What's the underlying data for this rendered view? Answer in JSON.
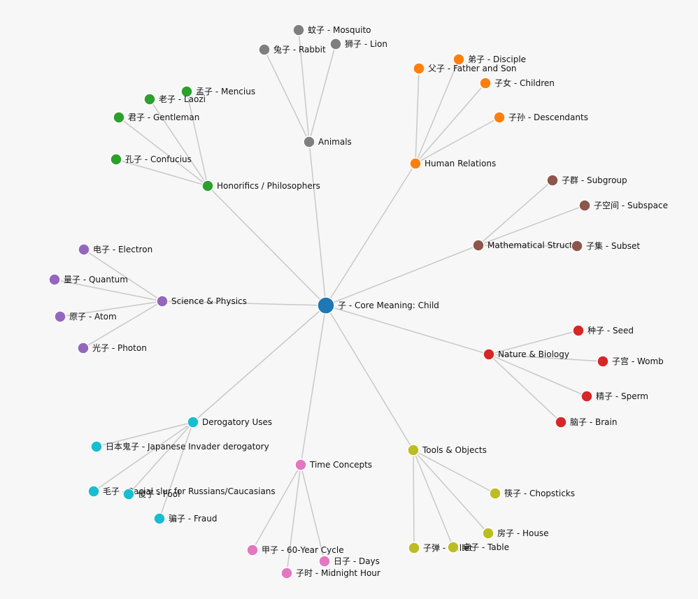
{
  "colors": {
    "center": "#1f77b4",
    "honorifics": "#2ca02c",
    "animals": "#7f7f7f",
    "human": "#ff7f0e",
    "math": "#8c564b",
    "science": "#9467bd",
    "nature": "#d62728",
    "derogatory": "#17becf",
    "time": "#e377c2",
    "tools": "#bcbd22"
  },
  "nodes": [
    {
      "id": "center",
      "label": "子 - Core Meaning: Child",
      "group": "center"
    },
    {
      "id": "honorifics",
      "label": "Honorifics / Philosophers",
      "group": "honorifics"
    },
    {
      "id": "animals",
      "label": "Animals",
      "group": "animals"
    },
    {
      "id": "human",
      "label": "Human Relations",
      "group": "human"
    },
    {
      "id": "math",
      "label": "Mathematical Structu",
      "group": "math"
    },
    {
      "id": "science",
      "label": "Science & Physics",
      "group": "science"
    },
    {
      "id": "nature",
      "label": "Nature & Biology",
      "group": "nature"
    },
    {
      "id": "derogatory",
      "label": "Derogatory Uses",
      "group": "derogatory"
    },
    {
      "id": "time",
      "label": "Time Concepts",
      "group": "time"
    },
    {
      "id": "tools",
      "label": "Tools & Objects",
      "group": "tools"
    },
    {
      "id": "mencius",
      "label": "孟子 - Mencius",
      "group": "honorifics"
    },
    {
      "id": "laozi",
      "label": "老子 - Laozi",
      "group": "honorifics"
    },
    {
      "id": "gentleman",
      "label": "君子 - Gentleman",
      "group": "honorifics"
    },
    {
      "id": "confucius",
      "label": "孔子 - Confucius",
      "group": "honorifics"
    },
    {
      "id": "mosquito",
      "label": "蚊子 - Mosquito",
      "group": "animals"
    },
    {
      "id": "rabbit",
      "label": "兔子 - Rabbit",
      "group": "animals"
    },
    {
      "id": "lion",
      "label": "狮子 - Lion",
      "group": "animals"
    },
    {
      "id": "disciple",
      "label": "弟子 - Disciple",
      "group": "human"
    },
    {
      "id": "fatherson",
      "label": "父子 - Father and Son",
      "group": "human"
    },
    {
      "id": "children",
      "label": "子女 - Children",
      "group": "human"
    },
    {
      "id": "descendants",
      "label": "子孙 - Descendants",
      "group": "human"
    },
    {
      "id": "subgroup",
      "label": "子群 - Subgroup",
      "group": "math"
    },
    {
      "id": "subspace",
      "label": "子空间 - Subspace",
      "group": "math"
    },
    {
      "id": "subset",
      "label": "子集 - Subset",
      "group": "math"
    },
    {
      "id": "electron",
      "label": "电子 - Electron",
      "group": "science"
    },
    {
      "id": "quantum",
      "label": "量子 - Quantum",
      "group": "science"
    },
    {
      "id": "atom",
      "label": "原子 - Atom",
      "group": "science"
    },
    {
      "id": "photon",
      "label": "光子 - Photon",
      "group": "science"
    },
    {
      "id": "seed",
      "label": "种子 - Seed",
      "group": "nature"
    },
    {
      "id": "womb",
      "label": "子宫 - Womb",
      "group": "nature"
    },
    {
      "id": "sperm",
      "label": "精子 - Sperm",
      "group": "nature"
    },
    {
      "id": "brain",
      "label": "脑子 - Brain",
      "group": "nature"
    },
    {
      "id": "japanese",
      "label": "日本鬼子 - Japanese Invader derogatory",
      "group": "derogatory"
    },
    {
      "id": "maozi",
      "label": "毛子 - Racial slur for Russians/Caucasians",
      "group": "derogatory"
    },
    {
      "id": "fool",
      "label": "傻子 - Fool",
      "group": "derogatory"
    },
    {
      "id": "fraud",
      "label": "骗子 - Fraud",
      "group": "derogatory"
    },
    {
      "id": "cycle",
      "label": "甲子 - 60-Year Cycle",
      "group": "time"
    },
    {
      "id": "days",
      "label": "日子 - Days",
      "group": "time"
    },
    {
      "id": "midnight",
      "label": "子时 - Midnight Hour",
      "group": "time"
    },
    {
      "id": "chopsticks",
      "label": "筷子 - Chopsticks",
      "group": "tools"
    },
    {
      "id": "house",
      "label": "房子 - House",
      "group": "tools"
    },
    {
      "id": "bullet",
      "label": "子弹 - Bullet",
      "group": "tools"
    },
    {
      "id": "table",
      "label": "桌子 - Table",
      "group": "tools"
    }
  ],
  "links": [
    [
      "center",
      "honorifics"
    ],
    [
      "center",
      "animals"
    ],
    [
      "center",
      "human"
    ],
    [
      "center",
      "math"
    ],
    [
      "center",
      "science"
    ],
    [
      "center",
      "nature"
    ],
    [
      "center",
      "derogatory"
    ],
    [
      "center",
      "time"
    ],
    [
      "center",
      "tools"
    ],
    [
      "honorifics",
      "mencius"
    ],
    [
      "honorifics",
      "laozi"
    ],
    [
      "honorifics",
      "gentleman"
    ],
    [
      "honorifics",
      "confucius"
    ],
    [
      "animals",
      "mosquito"
    ],
    [
      "animals",
      "rabbit"
    ],
    [
      "animals",
      "lion"
    ],
    [
      "human",
      "disciple"
    ],
    [
      "human",
      "fatherson"
    ],
    [
      "human",
      "children"
    ],
    [
      "human",
      "descendants"
    ],
    [
      "math",
      "subgroup"
    ],
    [
      "math",
      "subspace"
    ],
    [
      "math",
      "subset"
    ],
    [
      "science",
      "electron"
    ],
    [
      "science",
      "quantum"
    ],
    [
      "science",
      "atom"
    ],
    [
      "science",
      "photon"
    ],
    [
      "nature",
      "seed"
    ],
    [
      "nature",
      "womb"
    ],
    [
      "nature",
      "sperm"
    ],
    [
      "nature",
      "brain"
    ],
    [
      "derogatory",
      "japanese"
    ],
    [
      "derogatory",
      "maozi"
    ],
    [
      "derogatory",
      "fool"
    ],
    [
      "derogatory",
      "fraud"
    ],
    [
      "time",
      "cycle"
    ],
    [
      "time",
      "days"
    ],
    [
      "time",
      "midnight"
    ],
    [
      "tools",
      "chopsticks"
    ],
    [
      "tools",
      "house"
    ],
    [
      "tools",
      "bullet"
    ],
    [
      "tools",
      "table"
    ]
  ]
}
